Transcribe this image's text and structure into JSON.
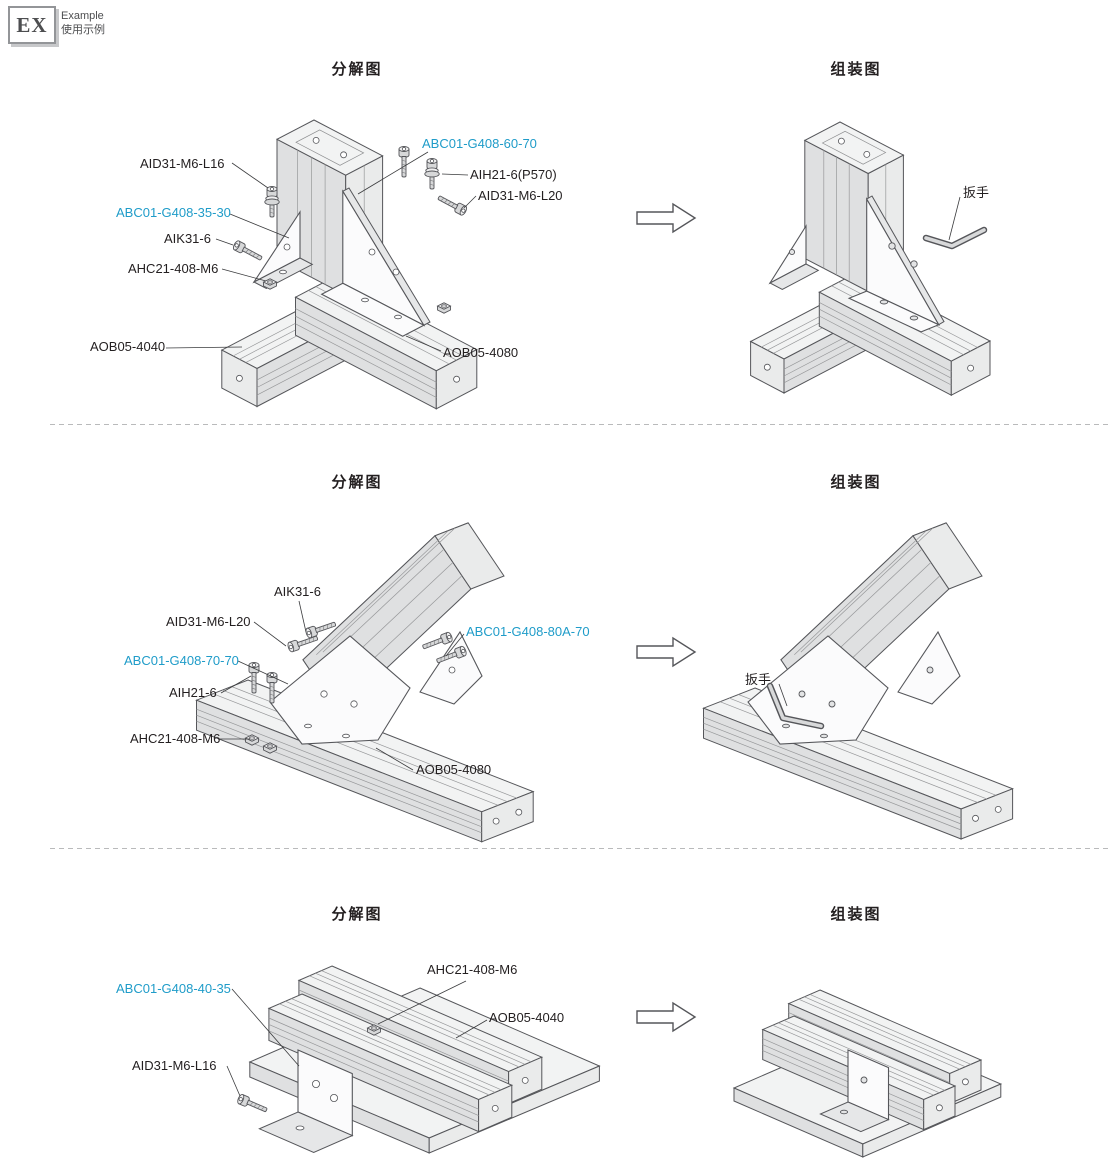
{
  "colors": {
    "label_blue": "#1f9cc9",
    "label_black": "#231f20",
    "line_gray": "#55565a"
  },
  "logo": {
    "ex": "EX",
    "caption_en": "Example",
    "caption_zh": "使用示例"
  },
  "sections": [
    {
      "exploded_title": "分解图",
      "assembled_title": "组装图",
      "parts": [
        {
          "label": "AID31-M6-L16",
          "blue": false
        },
        {
          "label": "ABC01-G408-60-70",
          "blue": true
        },
        {
          "label": "AIH21-6(P570)",
          "blue": false
        },
        {
          "label": "AID31-M6-L20",
          "blue": false
        },
        {
          "label": "ABC01-G408-35-30",
          "blue": true
        },
        {
          "label": "AIK31-6",
          "blue": false
        },
        {
          "label": "AHC21-408-M6",
          "blue": false
        },
        {
          "label": "AOB05-4040",
          "blue": false
        },
        {
          "label": "AOB05-4080",
          "blue": false
        }
      ],
      "tool_label": "扳手"
    },
    {
      "exploded_title": "分解图",
      "assembled_title": "组装图",
      "parts": [
        {
          "label": "AIK31-6",
          "blue": false
        },
        {
          "label": "AID31-M6-L20",
          "blue": false
        },
        {
          "label": "ABC01-G408-80A-70",
          "blue": true
        },
        {
          "label": "ABC01-G408-70-70",
          "blue": true
        },
        {
          "label": "AIH21-6",
          "blue": false
        },
        {
          "label": "AHC21-408-M6",
          "blue": false
        },
        {
          "label": "AOB05-4080",
          "blue": false
        }
      ],
      "tool_label": "扳手"
    },
    {
      "exploded_title": "分解图",
      "assembled_title": "组装图",
      "parts": [
        {
          "label": "AHC21-408-M6",
          "blue": false
        },
        {
          "label": "ABC01-G408-40-35",
          "blue": true
        },
        {
          "label": "AOB05-4040",
          "blue": false
        },
        {
          "label": "AID31-M6-L16",
          "blue": false
        }
      ]
    }
  ]
}
